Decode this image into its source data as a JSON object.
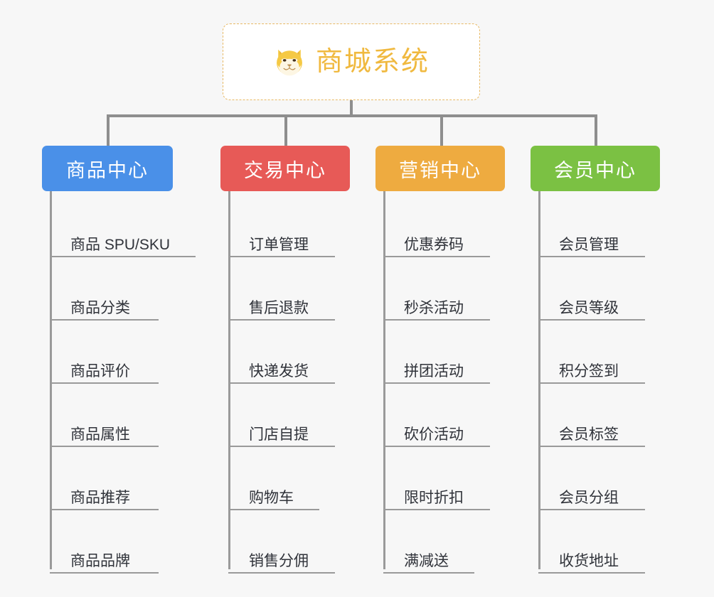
{
  "diagram": {
    "background_color": "#f7f7f7",
    "root": {
      "title": "商城系统",
      "icon": "shiba-inu-face-icon",
      "text_color": "#f0b93f",
      "border_color": "#e8b964",
      "background_color": "#ffffff"
    },
    "connector_color": "#8e8e8e",
    "columns": [
      {
        "title": "商品中心",
        "color": "#4a90e8",
        "items": [
          "商品 SPU/SKU",
          "商品分类",
          "商品评价",
          "商品属性",
          "商品推荐",
          "商品品牌"
        ]
      },
      {
        "title": "交易中心",
        "color": "#e75a57",
        "items": [
          "订单管理",
          "售后退款",
          "快递发货",
          "门店自提",
          "购物车",
          "销售分佣"
        ]
      },
      {
        "title": "营销中心",
        "color": "#eeab40",
        "items": [
          "优惠券码",
          "秒杀活动",
          "拼团活动",
          "砍价活动",
          "限时折扣",
          "满减送"
        ]
      },
      {
        "title": "会员中心",
        "color": "#7bc143",
        "items": [
          "会员管理",
          "会员等级",
          "积分签到",
          "会员标签",
          "会员分组",
          "收货地址"
        ]
      }
    ]
  }
}
